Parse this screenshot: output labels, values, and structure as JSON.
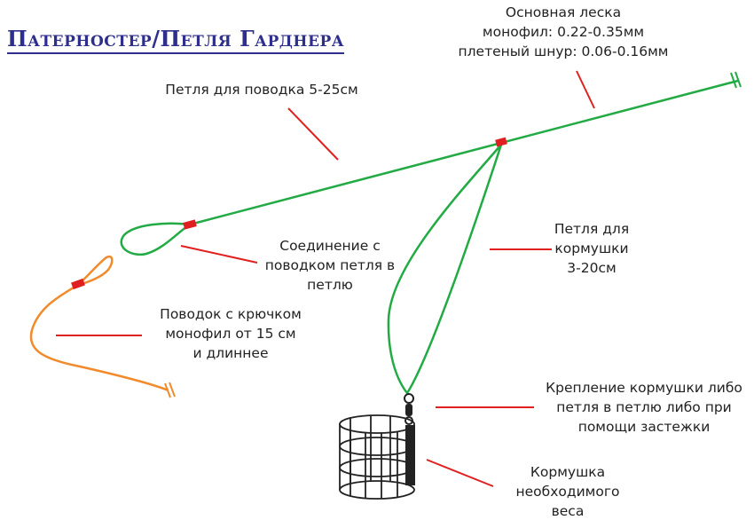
{
  "title": "Патерностер/Петля Гарднера",
  "labels": {
    "main_line": [
      "Основная леска",
      "монофил: 0.22-0.35мм",
      "плетеный шнур: 0.06-0.16мм"
    ],
    "leader_loop": [
      "Петля для поводка 5-25см"
    ],
    "connection": [
      "Соединение с",
      "поводком петля в",
      "петлю"
    ],
    "feeder_loop": [
      "Петля для",
      "кормушки",
      "3-20см"
    ],
    "hook_leader": [
      "Поводок с крючком",
      "монофил от 15 см",
      "и длиннее"
    ],
    "feeder_attach": [
      "Крепление кормушки либо",
      "петля в петлю либо при",
      "помощи застежки"
    ],
    "feeder": [
      "Кормушка",
      "необходимого",
      "веса"
    ]
  },
  "colors": {
    "main_line": "#22aa44",
    "leader": "#f08a2a",
    "knot": "#e02020",
    "pointer": "#e02020",
    "title": "#2e2e8c",
    "feeder": "#222222"
  }
}
